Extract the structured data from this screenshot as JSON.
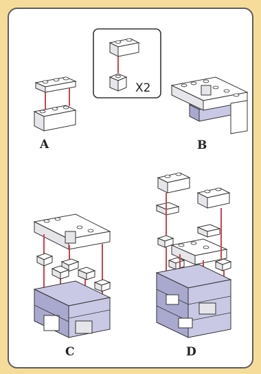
{
  "steps": {
    "a": "A",
    "b": "B",
    "c": "C",
    "d": "D"
  },
  "inset": {
    "multiplier": "X2"
  },
  "colors": {
    "background": "#f6dc9a",
    "panel_border": "#5d5d5d",
    "brick_white": "#ffffff",
    "brick_lavender": "#c9c9e6",
    "connector_red": "#c9444b"
  }
}
